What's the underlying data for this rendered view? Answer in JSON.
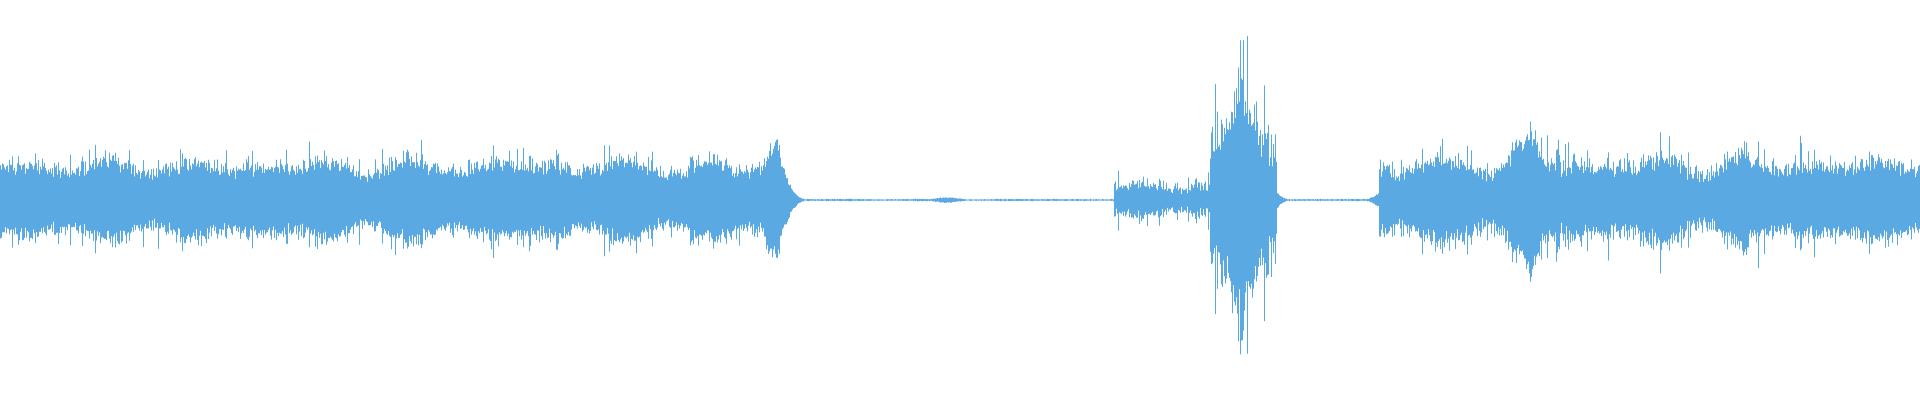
{
  "waveform": {
    "color": "#5aa9e2",
    "background": "#ffffff",
    "segments": [
      {
        "start": 0.0,
        "end": 0.4,
        "level": 0.16,
        "variance": 0.05,
        "kind": "active"
      },
      {
        "start": 0.4,
        "end": 0.406,
        "level": 0.26,
        "variance": 0.04,
        "kind": "transient"
      },
      {
        "start": 0.406,
        "end": 0.58,
        "level": 0.004,
        "variance": 0.003,
        "kind": "silence"
      },
      {
        "start": 0.58,
        "end": 0.63,
        "level": 0.07,
        "variance": 0.05,
        "kind": "build"
      },
      {
        "start": 0.63,
        "end": 0.665,
        "level": 0.3,
        "variance": 0.18,
        "kind": "burst"
      },
      {
        "start": 0.665,
        "end": 0.718,
        "level": 0.004,
        "variance": 0.003,
        "kind": "silence"
      },
      {
        "start": 0.718,
        "end": 1.0,
        "level": 0.17,
        "variance": 0.07,
        "kind": "active"
      }
    ],
    "peaks": [
      {
        "pos": 0.071,
        "level": 0.19
      },
      {
        "pos": 0.145,
        "level": 0.22
      },
      {
        "pos": 0.215,
        "level": 0.15
      },
      {
        "pos": 0.31,
        "level": 0.13
      },
      {
        "pos": 0.402,
        "level": 0.28
      },
      {
        "pos": 0.494,
        "level": 0.015
      },
      {
        "pos": 0.591,
        "level": 0.04
      },
      {
        "pos": 0.646,
        "level": 0.62
      },
      {
        "pos": 0.652,
        "level": 0.55
      },
      {
        "pos": 0.727,
        "level": 0.13
      },
      {
        "pos": 0.79,
        "level": 0.3
      },
      {
        "pos": 0.797,
        "level": 0.34
      },
      {
        "pos": 0.806,
        "level": 0.22
      },
      {
        "pos": 0.857,
        "level": 0.2
      },
      {
        "pos": 0.9,
        "level": 0.22
      },
      {
        "pos": 0.96,
        "level": 0.12
      }
    ]
  }
}
